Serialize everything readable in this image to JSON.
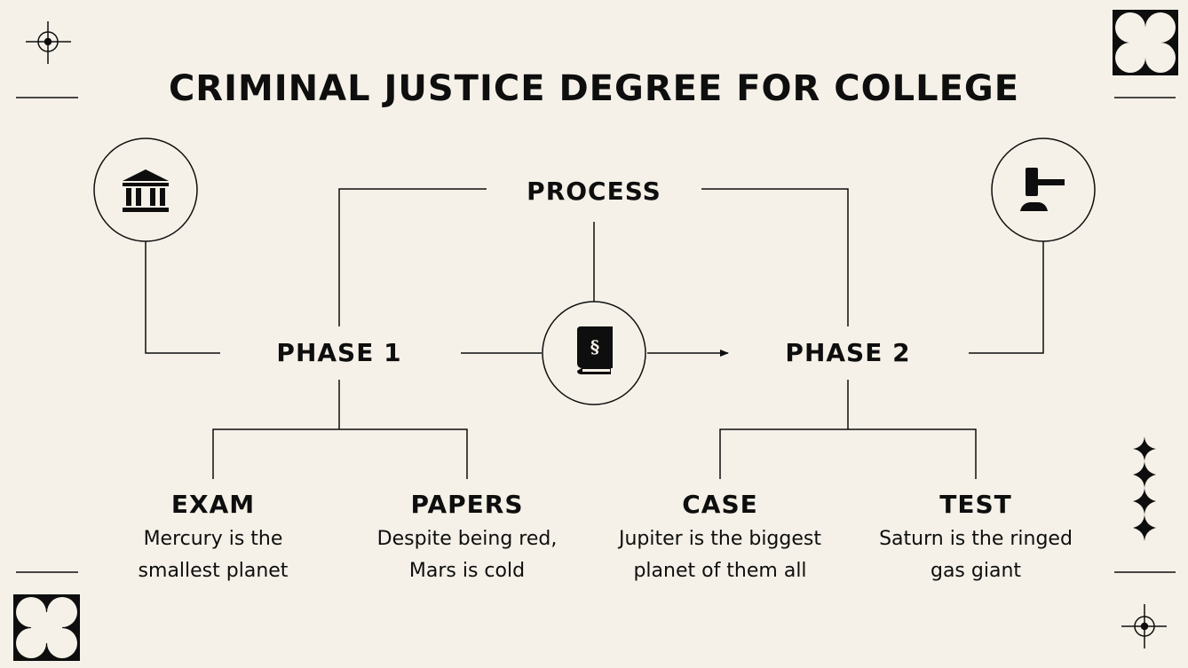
{
  "title": "CRIMINAL JUSTICE DEGREE FOR COLLEGE",
  "process": {
    "label": "PROCESS",
    "icon": "law-book-icon"
  },
  "phase1": {
    "label": "PHASE 1",
    "icon": "courthouse-icon",
    "items": [
      {
        "label": "EXAM",
        "line1": "Mercury is the",
        "line2": "smallest planet"
      },
      {
        "label": "PAPERS",
        "line1": "Despite being red,",
        "line2": "Mars is cold"
      }
    ]
  },
  "phase2": {
    "label": "PHASE 2",
    "icon": "gavel-icon",
    "items": [
      {
        "label": "CASE",
        "line1": "Jupiter is the biggest",
        "line2": "planet of them all"
      },
      {
        "label": "TEST",
        "line1": "Saturn is the ringed",
        "line2": "gas giant"
      }
    ]
  },
  "colors": {
    "background": "#F5F1E8",
    "ink": "#0E0E0E"
  }
}
